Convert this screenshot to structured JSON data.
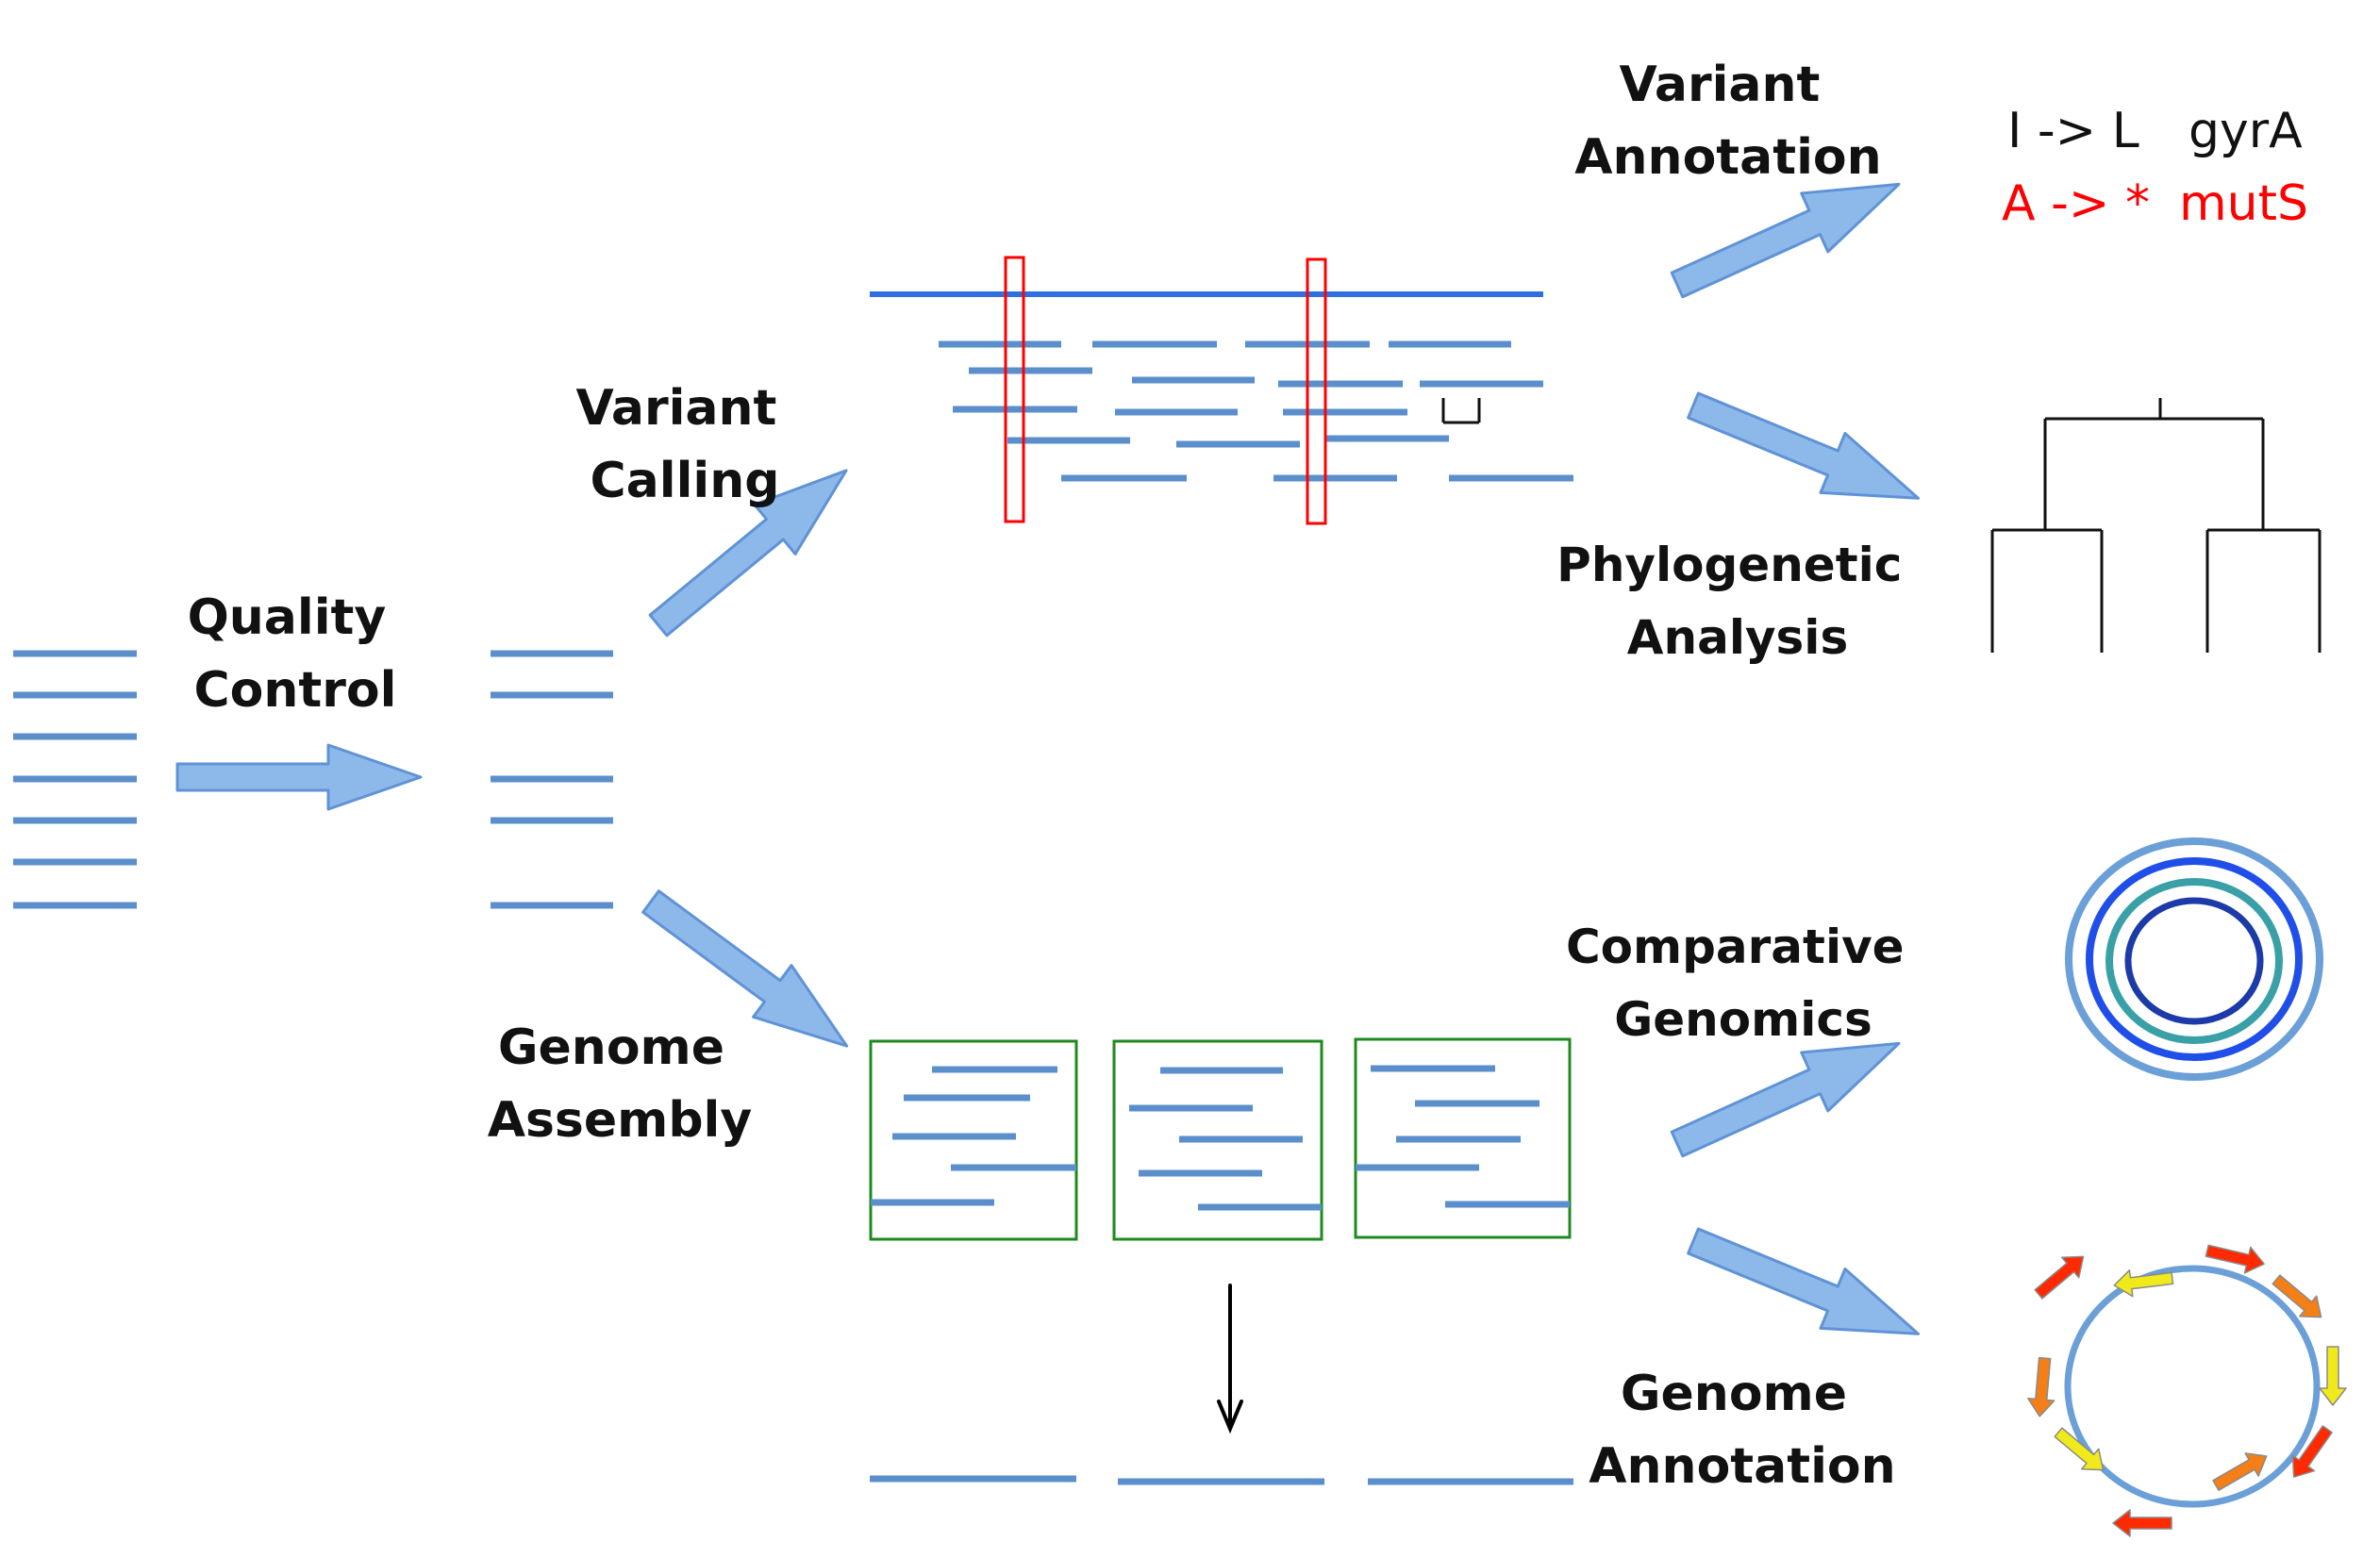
{
  "steps": {
    "quality_control": [
      "Quality",
      "Control"
    ],
    "variant_calling": [
      "Variant",
      "Calling"
    ],
    "genome_assembly": [
      "Genome",
      "Assembly"
    ],
    "variant_annotation": [
      "Variant",
      "Annotation"
    ],
    "phylogenetic_analysis": [
      "Phylogenetic",
      "Analysis"
    ],
    "comparative_genomics": [
      "Comparative",
      "Genomics"
    ],
    "genome_annotation": [
      "Genome",
      "Annotation"
    ]
  },
  "variant_examples": [
    {
      "change": "I -> L",
      "gene": "gyrA",
      "color": "#111111"
    },
    {
      "change": "A -> *",
      "gene": "mutS",
      "color": "#ff0000"
    }
  ],
  "colors": {
    "read": "#5b8fcc",
    "reference": "#2f6fe0",
    "arrow_fill": "#8db8ea",
    "arrow_stroke": "#5f93d6",
    "variant_box": "#ff0000",
    "contig_box": "#1e8a1e",
    "tree": "#111111",
    "ring_outer": "#6b9fd8",
    "ring_2": "#1f4fe8",
    "ring_3": "#3aa0a8",
    "ring_inner": "#1c3aa8",
    "gene_red": "#ff2a00",
    "gene_orange": "#f57f17",
    "gene_yellow": "#f0ea1a"
  }
}
